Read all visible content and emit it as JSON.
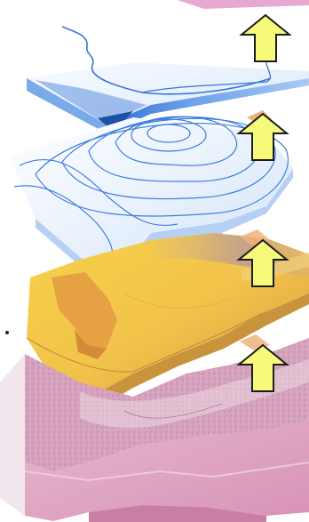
{
  "diagram": {
    "layers": [
      {
        "id": "hydrography",
        "fill": "#e9f1fb",
        "stroke": "#2f6fd0"
      },
      {
        "id": "topography",
        "fill": "#dce9fa",
        "stroke": "#3f7fe0"
      },
      {
        "id": "geology",
        "fill": "#f2cf5a",
        "accent": "#e6a142"
      },
      {
        "id": "bedrock",
        "fill": "#dca3be",
        "accent": "#c98aa8"
      }
    ],
    "arrows": {
      "count": 4,
      "fill": "#f6f97a",
      "stroke": "#1b1b1b",
      "icon": "up-arrow-icon"
    }
  }
}
